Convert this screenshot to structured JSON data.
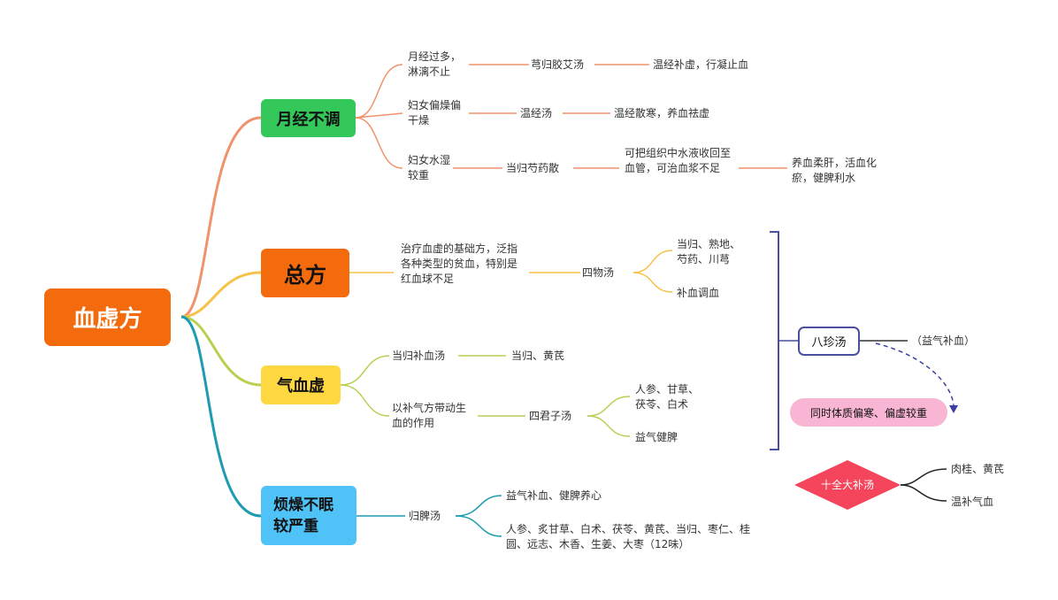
{
  "root": {
    "label": "血虚方"
  },
  "branch_menstrual": {
    "label": "月经不调",
    "r1": {
      "cause": "月经过多，淋漓不止",
      "formula": "芎归胶艾汤",
      "effect": "温经补虚，行凝止血"
    },
    "r2": {
      "cause": "妇女偏燥偏干燥",
      "formula": "温经汤",
      "effect": "温经散寒，养血祛虚"
    },
    "r3": {
      "cause": "妇女水湿较重",
      "formula": "当归芍药散",
      "mechanism": "可把组织中水液收回至血管，可治血浆不足",
      "effect": "养血柔肝，活血化瘀，健脾利水"
    }
  },
  "branch_general": {
    "label": "总方",
    "description": "治疗血虚的基础方，泛指各种类型的贫血，特别是红血球不足",
    "formula": "四物汤",
    "herbs": "当归、熟地、芍药、川芎",
    "effect": "补血调血"
  },
  "branch_qi": {
    "label": "气血虚",
    "r1": {
      "formula": "当归补血汤",
      "herbs": "当归、黄芪"
    },
    "r2": {
      "method": "以补气方带动生血的作用",
      "formula": "四君子汤",
      "herbs": "人参、甘草、茯苓、白术",
      "effect": "益气健脾"
    }
  },
  "branch_insomnia": {
    "label": "烦燥不眠较严重",
    "formula": "归脾汤",
    "effect": "益气补血、健脾养心",
    "herbs": "人参、炙甘草、白术、茯苓、黄芪、当归、枣仁、桂圆、远志、木香、生姜、大枣（12味）"
  },
  "bazhen": {
    "label": "八珍汤",
    "note": "（益气补血）",
    "callout": "同时体质偏寒、偏虚较重"
  },
  "shiquan": {
    "label": "十全大补汤",
    "herbs": "肉桂、黄芪",
    "effect": "温补气血"
  },
  "colors": {
    "root": "#f36b0c",
    "menstrual": "#34c759",
    "general": "#f36b0c",
    "qi": "#ffd740",
    "insomnia": "#4fc3f7",
    "line_orange": "#f0926b",
    "line_yellow": "#f5c24a",
    "line_green": "#b9cf52",
    "line_teal": "#1d9bb0",
    "bracket": "#4a4fa0",
    "callout": "#f9b6d4",
    "diamond": "#f5455c"
  }
}
